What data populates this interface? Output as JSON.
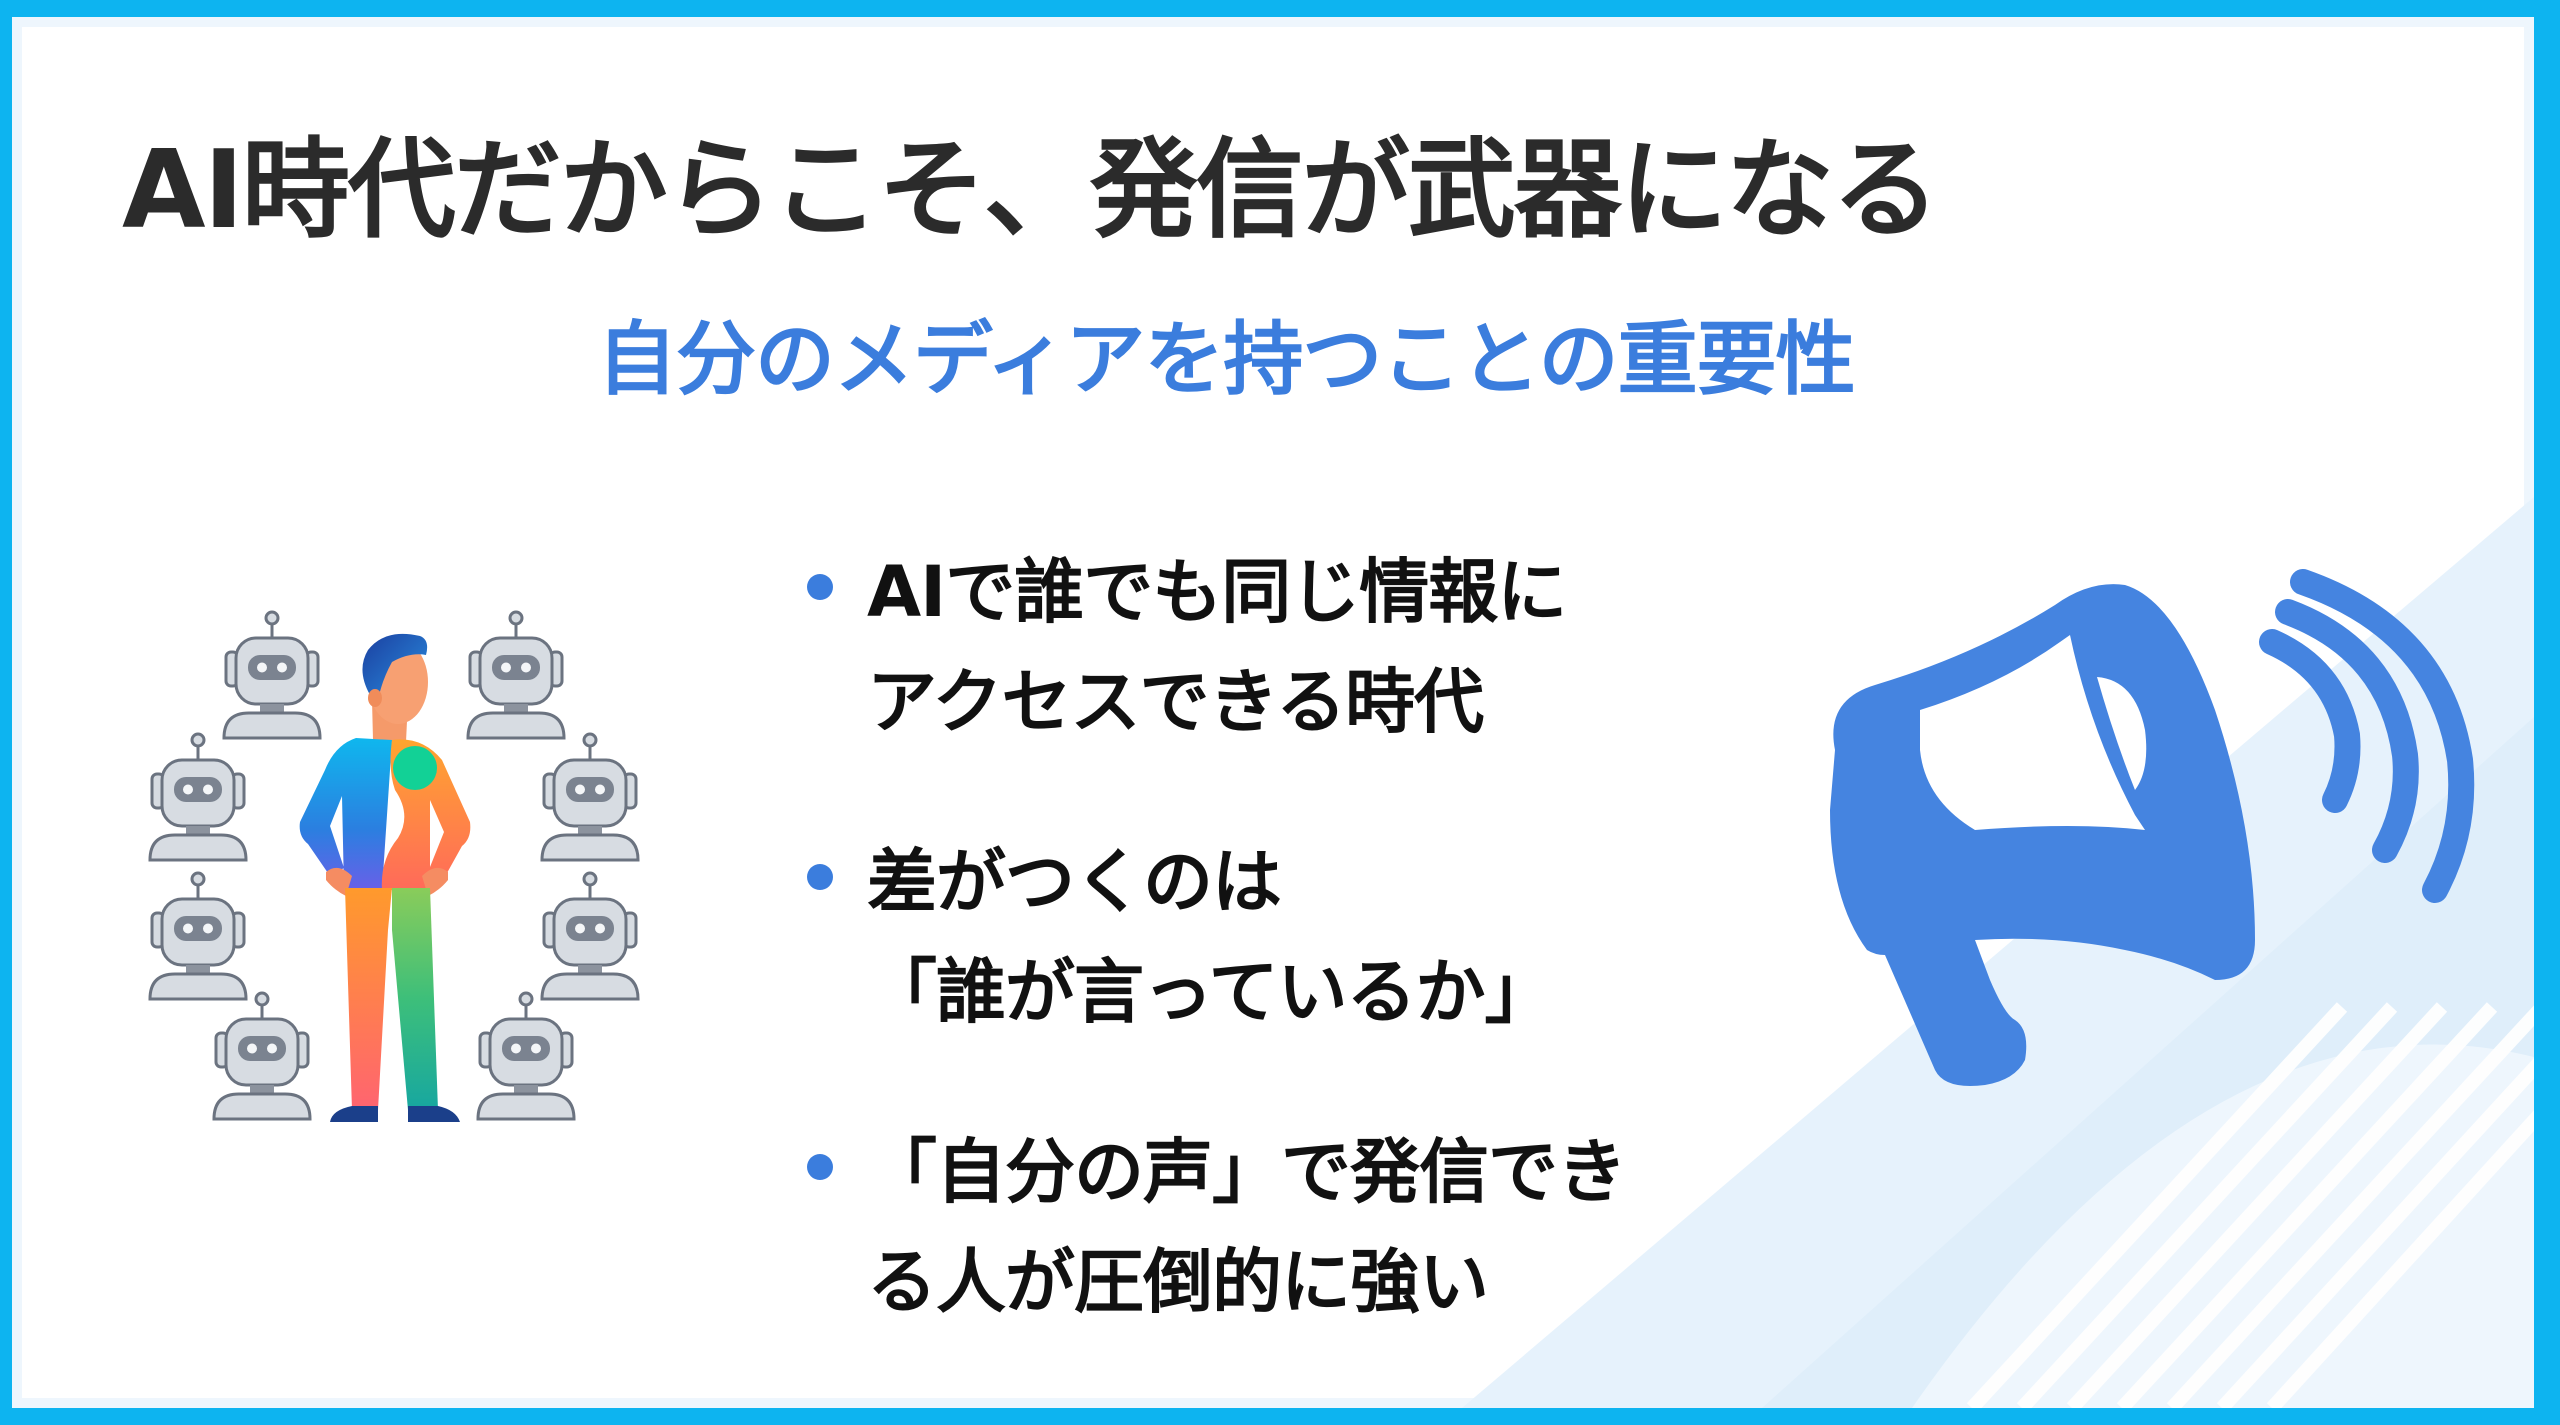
{
  "slide": {
    "title": "AI時代だからこそ、発信が武器になる",
    "subtitle": "自分のメディアを持つことの重要性",
    "bullets": [
      {
        "lines": [
          "AIで誰でも同じ情報に",
          "アクセスできる時代"
        ]
      },
      {
        "lines": [
          "差がつくのは",
          "「誰が言っているか」"
        ]
      },
      {
        "lines": [
          "「自分の声」で発信でき",
          "る人が圧倒的に強い"
        ]
      }
    ],
    "illustrations": {
      "left": "person-surrounded-by-robots",
      "right": "megaphone-icon"
    },
    "colors": {
      "frame": "#0db4f0",
      "title": "#2b2b2b",
      "accent": "#3b7ddd",
      "bullet_text": "#111111",
      "robot_fill": "#d7dce2",
      "robot_stroke": "#6b7380"
    }
  }
}
